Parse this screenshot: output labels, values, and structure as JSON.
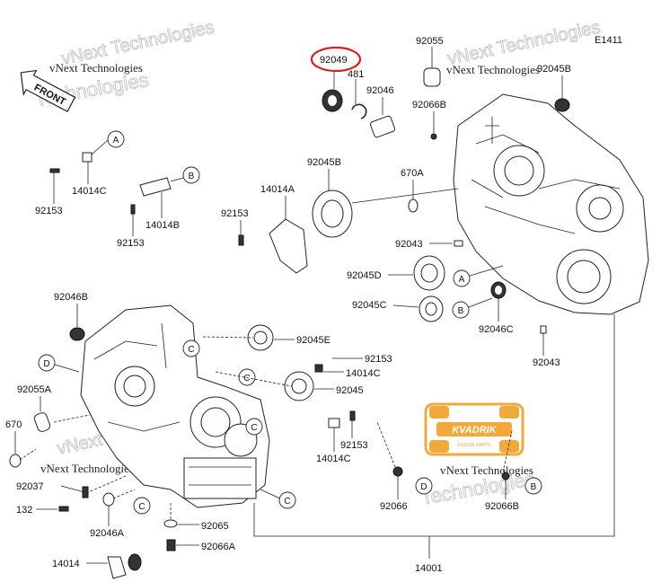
{
  "diagram_code": "E1411",
  "highlighted_part": "92049",
  "front_label": "FRONT",
  "watermark": {
    "brand": "vNext Technologies",
    "logo_text": "KVADRIK",
    "logo_subtext": "ENGINE PARTS"
  },
  "parts": {
    "p92055": "92055",
    "p92049": "92049",
    "p481": "481",
    "p92046": "92046",
    "p92066B_top": "92066B",
    "p92045B_top": "92045B",
    "p92045B": "92045B",
    "p670A": "670A",
    "p14014A": "14014A",
    "p92153_a": "92153",
    "p92153_b": "92153",
    "p92153_c": "92153",
    "p92153_d": "92153",
    "p92153_e": "92153",
    "p14014C_a": "14014C",
    "p14014C_b": "14014C",
    "p14014C_c": "14014C",
    "p14014B": "14014B",
    "p92043_a": "92043",
    "p92043_b": "92043",
    "p92045D": "92045D",
    "p92045C": "92045C",
    "p92046C": "92046C",
    "p92046B": "92046B",
    "p92055A": "92055A",
    "p670": "670",
    "p92045E": "92045E",
    "p92045": "92045",
    "p92037": "92037",
    "p132": "132",
    "p92046A": "92046A",
    "p92065": "92065",
    "p92066A": "92066A",
    "p14014": "14014",
    "p14001": "14001",
    "p92066": "92066",
    "p92066B": "92066B"
  },
  "callouts": {
    "A": "A",
    "B": "B",
    "C": "C",
    "D": "D"
  },
  "colors": {
    "highlight_ring": "#d81e1e",
    "logo_orange": "#f2a93b"
  }
}
